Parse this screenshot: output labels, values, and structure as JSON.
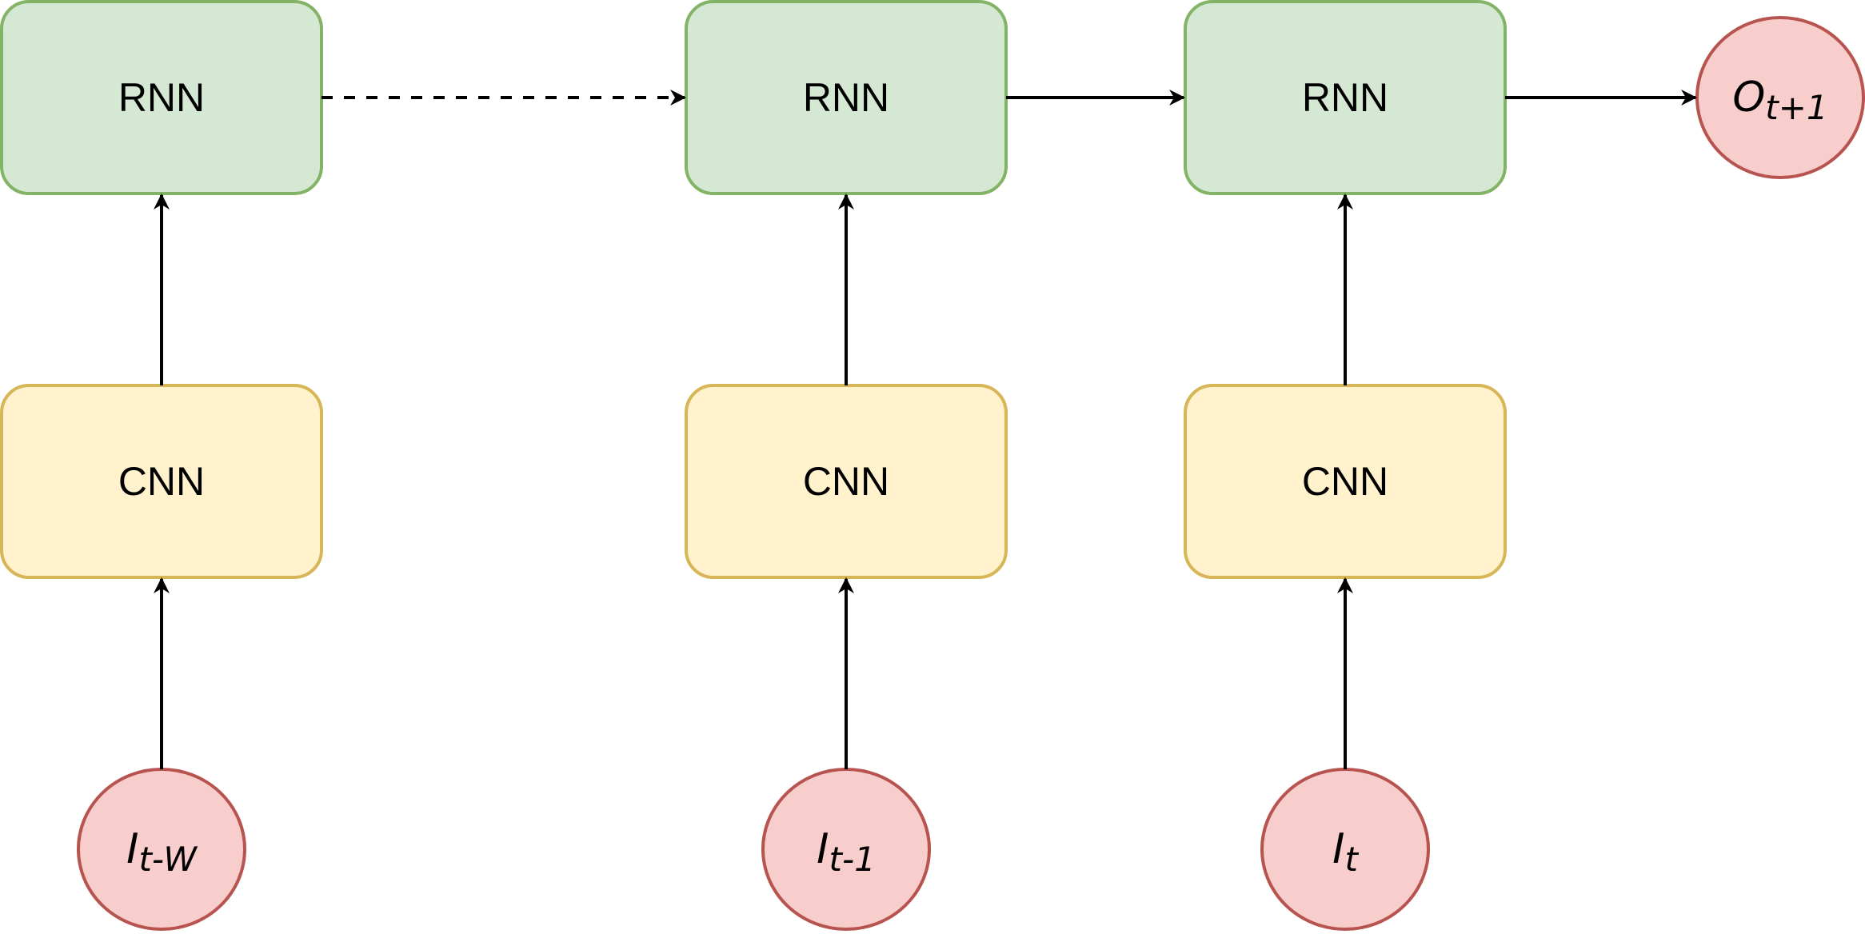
{
  "diagram": {
    "colors": {
      "rnn_fill": "#d5e8d4",
      "rnn_stroke": "#82b366",
      "cnn_fill": "#fff2cc",
      "cnn_stroke": "#d6b656",
      "node_fill": "#f8cecc",
      "node_stroke": "#b85450",
      "edge": "#000000"
    },
    "columns": [
      {
        "rnn_label": "RNN",
        "cnn_label": "CNN",
        "input": {
          "main": "I",
          "sub": "t-W"
        }
      },
      {
        "rnn_label": "RNN",
        "cnn_label": "CNN",
        "input": {
          "main": "I",
          "sub": "t-1"
        }
      },
      {
        "rnn_label": "RNN",
        "cnn_label": "CNN",
        "input": {
          "main": "I",
          "sub": "t"
        }
      }
    ],
    "output": {
      "main": "O",
      "sub": "t+1"
    },
    "connections": [
      {
        "from": "rnn-0",
        "to": "rnn-1",
        "style": "dashed"
      },
      {
        "from": "rnn-1",
        "to": "rnn-2",
        "style": "solid"
      },
      {
        "from": "rnn-2",
        "to": "output",
        "style": "solid"
      }
    ]
  }
}
